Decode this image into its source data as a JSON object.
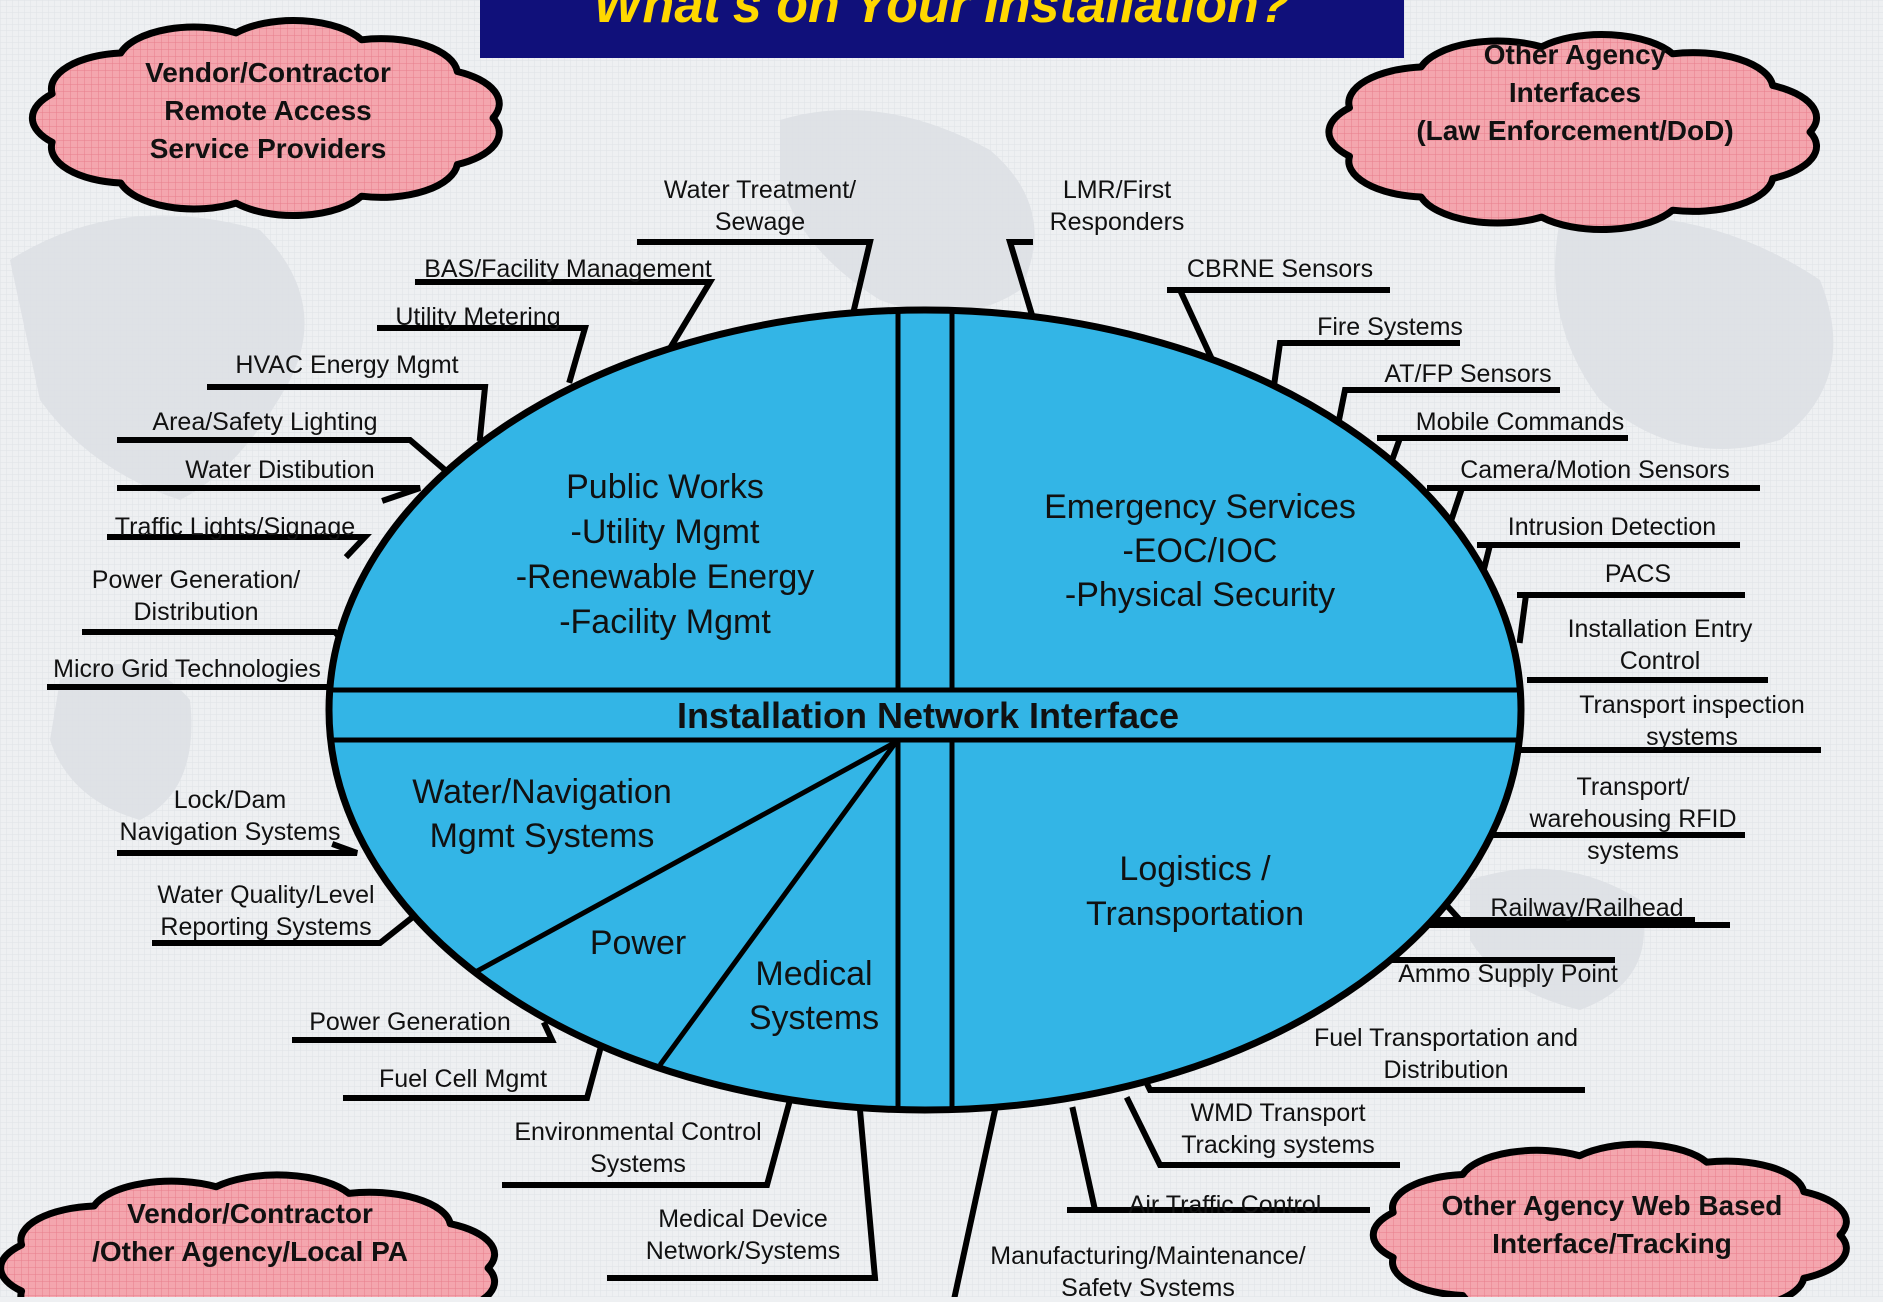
{
  "title": "What's on Your Installation?",
  "hub_label": "Installation Network Interface",
  "sections": {
    "public_works": [
      "Public Works",
      "-Utility Mgmt",
      "-Renewable Energy",
      "-Facility Mgmt"
    ],
    "emergency_services": [
      "Emergency Services",
      "-EOC/IOC",
      "-Physical Security"
    ],
    "water_navigation": [
      "Water/Navigation",
      "Mgmt Systems"
    ],
    "power": [
      "Power"
    ],
    "medical": [
      "Medical",
      "Systems"
    ],
    "logistics": [
      "Logistics /",
      "Transportation"
    ]
  },
  "clouds": {
    "top_left": [
      "Vendor/Contractor",
      "Remote Access",
      "Service Providers"
    ],
    "top_right": [
      "Other Agency",
      "Interfaces",
      "(Law Enforcement/DoD)"
    ],
    "bottom_left": [
      "Vendor/Contractor",
      "/Other Agency/Local PA"
    ],
    "bottom_right": [
      "Other Agency Web Based",
      "Interface/Tracking"
    ]
  },
  "systems": {
    "water_treatment": [
      "Water Treatment/",
      "Sewage"
    ],
    "lmr": [
      "LMR/First",
      "Responders"
    ],
    "bas": [
      "BAS/Facility Management"
    ],
    "cbrne": [
      "CBRNE Sensors"
    ],
    "utility_metering": [
      "Utility Metering"
    ],
    "fire": [
      "Fire Systems"
    ],
    "hvac": [
      "HVAC Energy Mgmt"
    ],
    "atfp": [
      "AT/FP Sensors"
    ],
    "area_lighting": [
      "Area/Safety Lighting"
    ],
    "mobile_commands": [
      "Mobile Commands"
    ],
    "water_distribution": [
      "Water Distibution"
    ],
    "camera": [
      "Camera/Motion Sensors"
    ],
    "traffic": [
      "Traffic Lights/Signage"
    ],
    "intrusion": [
      "Intrusion Detection"
    ],
    "power_gen_dist": [
      "Power Generation/",
      "Distribution"
    ],
    "pacs": [
      "PACS"
    ],
    "installation_entry": [
      "Installation Entry",
      "Control"
    ],
    "micro_grid": [
      "Micro Grid Technologies"
    ],
    "transport_inspection": [
      "Transport inspection",
      "systems"
    ],
    "lock_dam": [
      "Lock/Dam",
      "Navigation Systems"
    ],
    "rfid": [
      "Transport/",
      "warehousing RFID",
      "systems"
    ],
    "water_quality": [
      "Water Quality/Level",
      "Reporting Systems"
    ],
    "railway": [
      "Railway/Railhead"
    ],
    "ammo": [
      "Ammo Supply Point"
    ],
    "power_generation": [
      "Power Generation"
    ],
    "fuel_transport": [
      "Fuel Transportation and",
      "Distribution"
    ],
    "fuel_cell": [
      "Fuel Cell Mgmt"
    ],
    "wmd": [
      "WMD Transport",
      "Tracking systems"
    ],
    "environmental": [
      "Environmental Control",
      "Systems"
    ],
    "air_traffic": [
      "Air Traffic Control"
    ],
    "medical_device": [
      "Medical Device",
      "Network/Systems"
    ],
    "manufacturing": [
      "Manufacturing/Maintenance/",
      "Safety Systems"
    ]
  },
  "colors": {
    "ellipse_fill": "#33b5e6",
    "cloud_fill": "#f4a6ae",
    "title_bg": "#10107a",
    "title_text": "#ffd800",
    "background": "#eef0f2"
  }
}
